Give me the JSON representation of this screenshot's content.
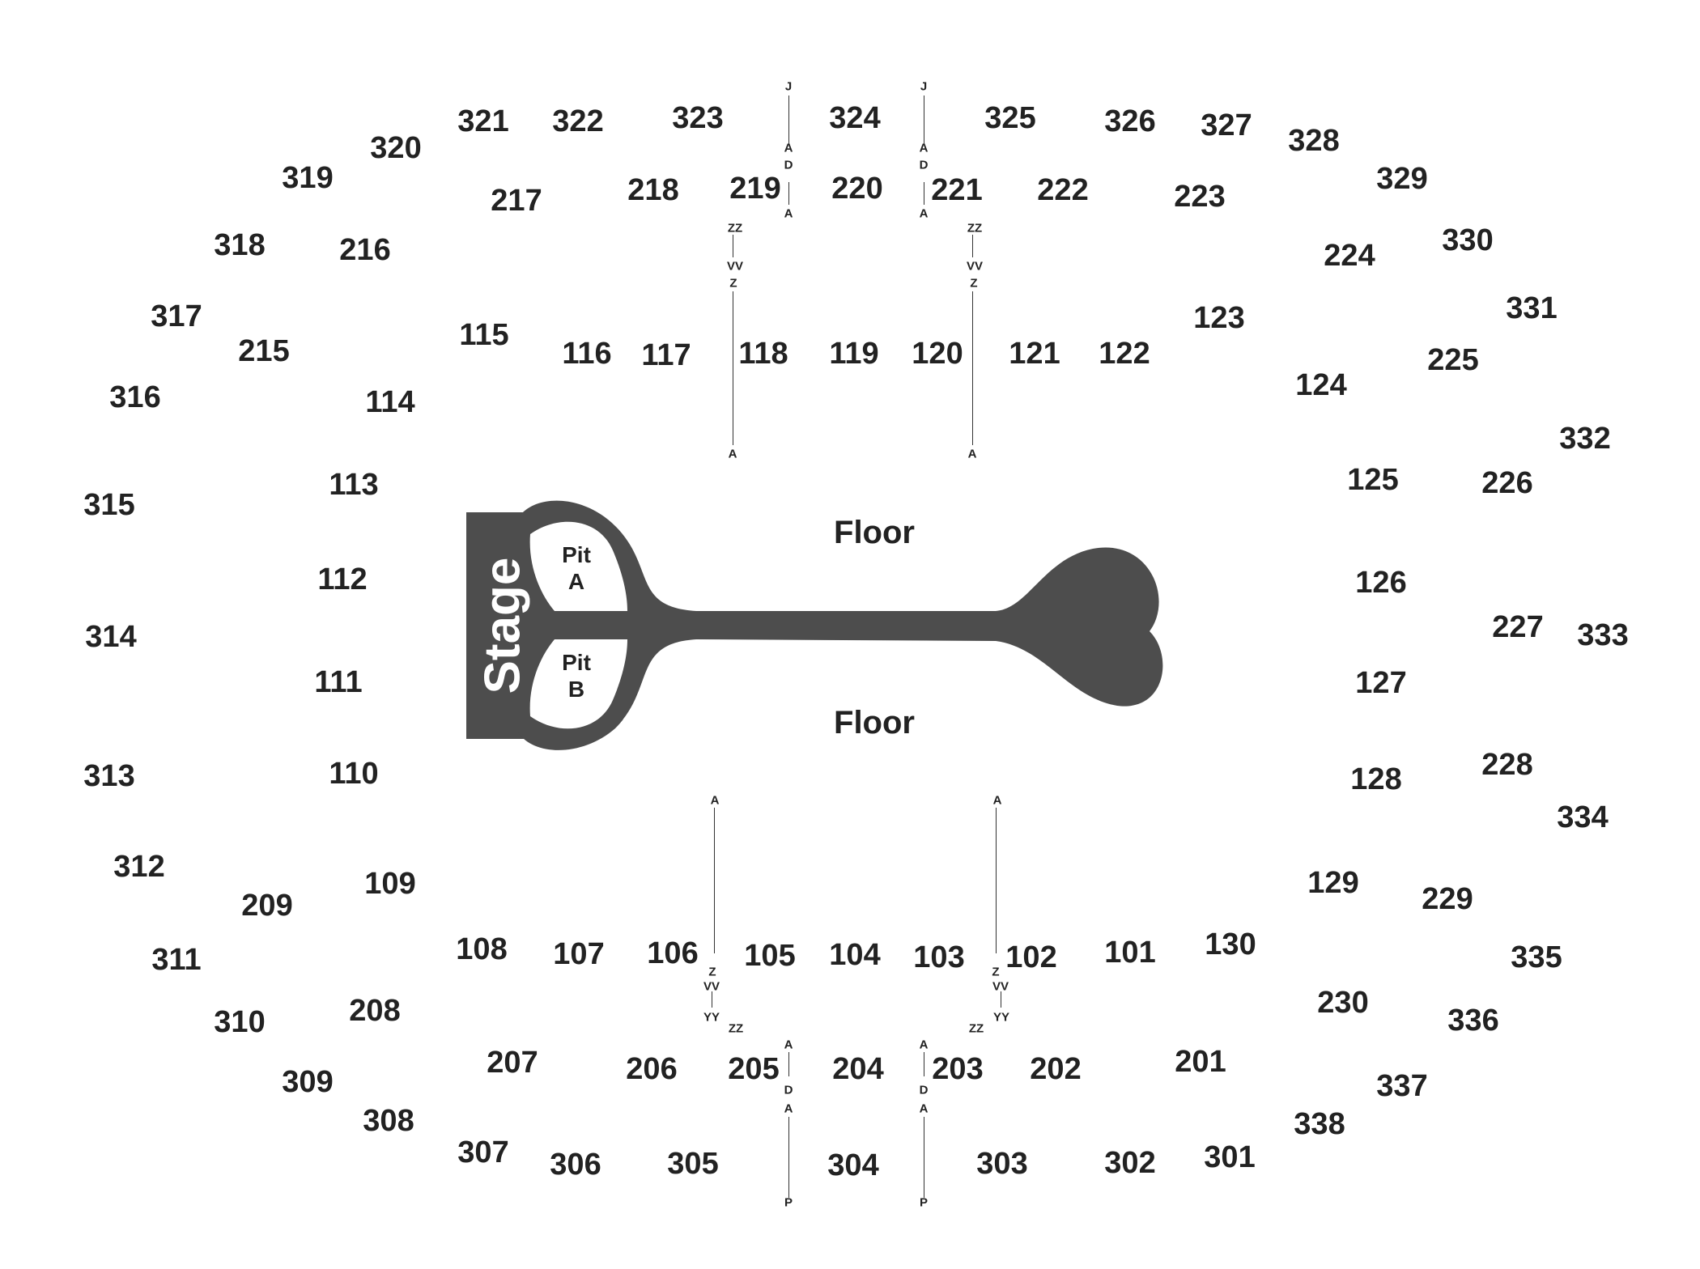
{
  "venue_map": {
    "stage_label": "Stage",
    "floor_labels": [
      "Floor",
      "Floor"
    ],
    "pits": [
      {
        "line1": "Pit",
        "line2": "A"
      },
      {
        "line1": "Pit",
        "line2": "B"
      }
    ],
    "sections_100": [
      "101",
      "102",
      "103",
      "104",
      "105",
      "106",
      "107",
      "108",
      "109",
      "110",
      "111",
      "112",
      "113",
      "114",
      "115",
      "116",
      "117",
      "118",
      "119",
      "120",
      "121",
      "122",
      "123",
      "124",
      "125",
      "126",
      "127",
      "128",
      "129",
      "130"
    ],
    "sections_200": [
      "201",
      "202",
      "203",
      "204",
      "205",
      "206",
      "207",
      "208",
      "209",
      "215",
      "216",
      "217",
      "218",
      "219",
      "220",
      "221",
      "222",
      "223",
      "224",
      "225",
      "226",
      "227",
      "228",
      "229",
      "230"
    ],
    "sections_300": [
      "301",
      "302",
      "303",
      "304",
      "305",
      "306",
      "307",
      "308",
      "309",
      "310",
      "311",
      "312",
      "313",
      "314",
      "315",
      "316",
      "317",
      "318",
      "319",
      "320",
      "321",
      "322",
      "323",
      "324",
      "325",
      "326",
      "327",
      "328",
      "329",
      "330",
      "331",
      "332",
      "333",
      "334",
      "335",
      "336",
      "337",
      "338"
    ],
    "row_markers": {
      "a": "A",
      "d": "D",
      "j": "J",
      "p": "P",
      "z": "Z",
      "vv": "VV",
      "yy": "YY",
      "zz": "ZZ"
    }
  }
}
